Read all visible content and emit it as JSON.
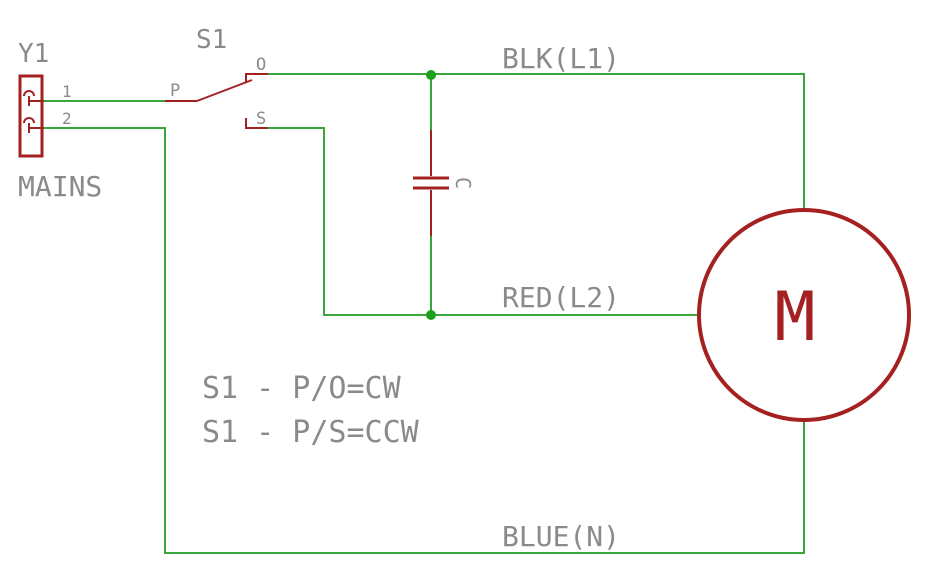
{
  "connector": {
    "ref": "Y1",
    "name": "MAINS",
    "pin1": "1",
    "pin2": "2"
  },
  "switch": {
    "ref": "S1",
    "pin_p": "P",
    "pin_o": "O",
    "pin_s": "S"
  },
  "capacitor": {
    "ref": "C"
  },
  "motor": {
    "symbol": "M"
  },
  "nets": {
    "l1": "BLK(L1)",
    "l2": "RED(L2)",
    "n": "BLUE(N)"
  },
  "notes": [
    "S1 - P/O=CW",
    "S1 - P/S=CCW"
  ],
  "colors": {
    "wire": "#3aa53a",
    "part": "#a52020",
    "label": "#8a8a8a",
    "junction": "#1ea01e"
  }
}
